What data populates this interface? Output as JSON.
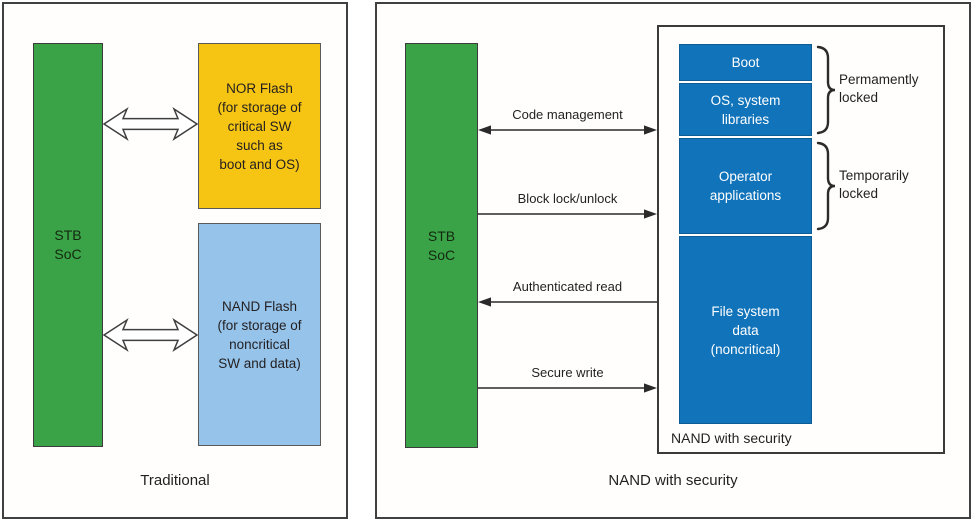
{
  "figure": {
    "left_panel": {
      "soc": "STB\nSoC",
      "nor": "NOR Flash\n(for storage of\ncritical SW\nsuch as\nboot and OS)",
      "nand": "NAND Flash\n(for storage of\nnoncritical\nSW and data)",
      "caption": "Traditional"
    },
    "right_panel": {
      "soc": "STB\nSoC",
      "sections": [
        "Boot",
        "OS, system\nlibraries",
        "Operator\napplications",
        "File system\ndata\n(noncritical)"
      ],
      "inner_label": "NAND with security",
      "caption": "NAND with security",
      "arrows": [
        {
          "label": "Code management",
          "direction": "bidirectional"
        },
        {
          "label": "Block lock/unlock",
          "direction": "to-nand"
        },
        {
          "label": "Authenticated read",
          "direction": "to-soc"
        },
        {
          "label": "Secure write",
          "direction": "to-nand"
        }
      ],
      "annotations": [
        {
          "label": "Permamently\nlocked"
        },
        {
          "label": "Temporarily\nlocked"
        }
      ]
    },
    "colors": {
      "soc_green": "#3aa348",
      "nor_yellow": "#f6c513",
      "nand_light_blue": "#95c3ea",
      "secure_blue": "#1173ba",
      "text": "#231f20"
    }
  }
}
